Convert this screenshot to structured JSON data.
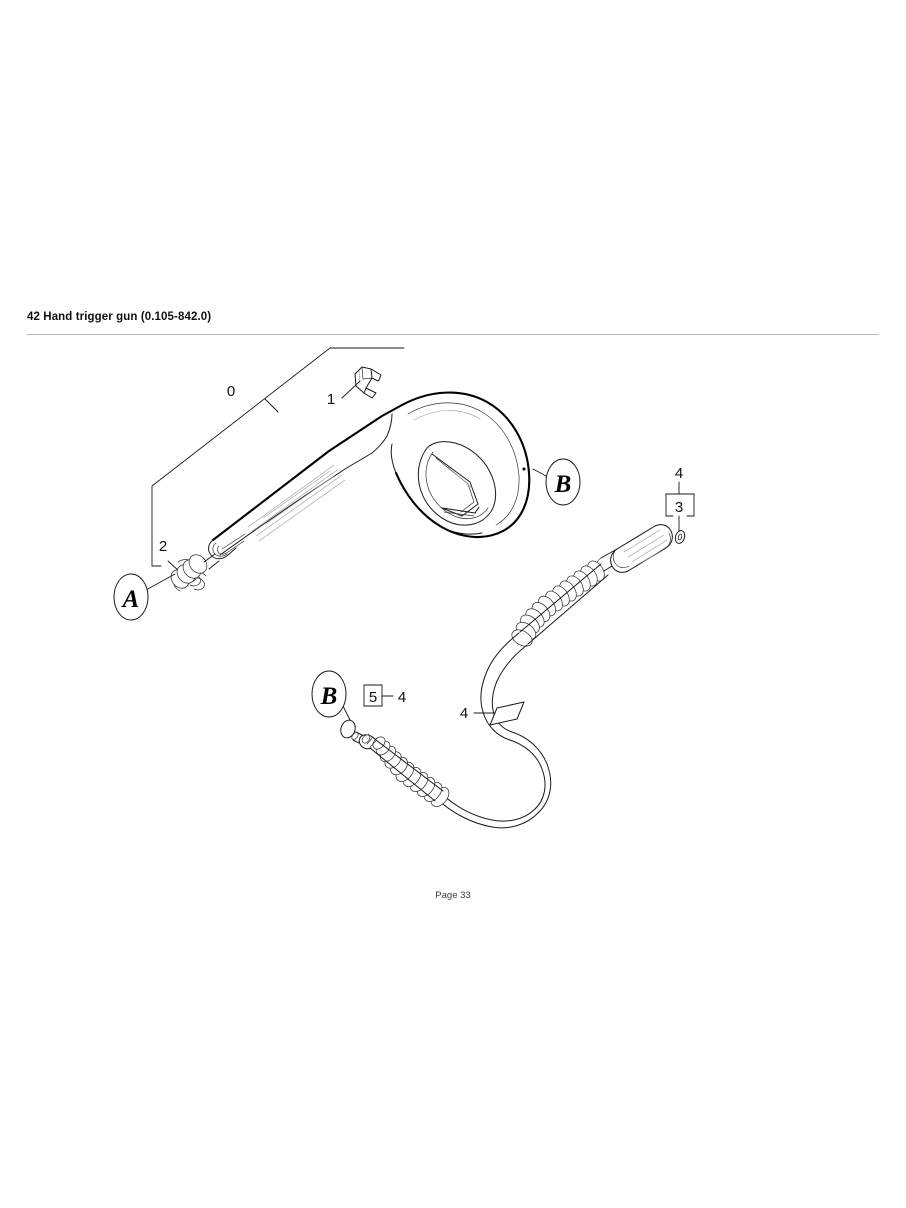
{
  "document": {
    "title": "42 Hand trigger gun (0.105-842.0)",
    "footer": "Page 33"
  },
  "diagram": {
    "name": "hand-trigger-gun-exploded-view",
    "section_markers": [
      {
        "id": "A",
        "letter": "A",
        "points_to": "compression-spring"
      },
      {
        "id": "B-gun",
        "letter": "B",
        "points_to": "trigger-gun-body"
      },
      {
        "id": "B-hose",
        "letter": "B",
        "points_to": "o-ring-hose-end"
      }
    ],
    "callouts": [
      {
        "number": "0",
        "part": "hand-trigger-gun-assembly",
        "style": "bracket"
      },
      {
        "number": "1",
        "part": "safety-catch-clip",
        "style": "leader"
      },
      {
        "number": "2",
        "part": "compression-spring",
        "style": "leader"
      },
      {
        "number": "3",
        "part": "o-ring-coupling",
        "style": "boxed"
      },
      {
        "number": "4",
        "part": "high-pressure-hose",
        "style": "bracket-top"
      },
      {
        "number": "4",
        "part": "high-pressure-hose",
        "style": "flag"
      },
      {
        "number": "5",
        "part": "o-ring-hose-end",
        "style": "boxed"
      },
      {
        "number": "4",
        "part": "high-pressure-hose",
        "style": "leader"
      }
    ]
  },
  "colors": {
    "ink": "#1a1a1a",
    "rule": "#b9b9b9",
    "paper": "#ffffff",
    "footer_text": "#3a3a3a"
  }
}
